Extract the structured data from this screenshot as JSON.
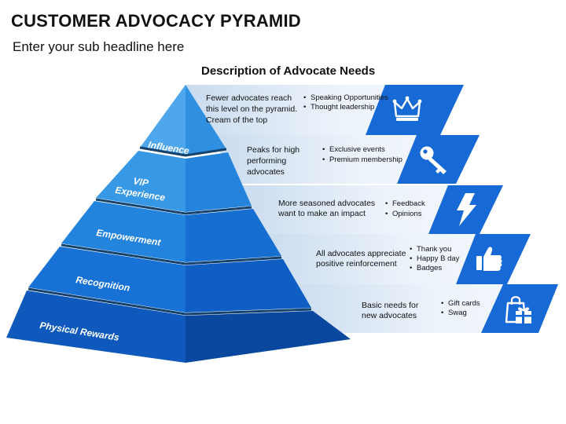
{
  "slide": {
    "title": "CUSTOMER ADVOCACY PYRAMID",
    "subtitle": "Enter your sub headline here",
    "diagram_heading": "Description of Advocate Needs"
  },
  "colors": {
    "ribbon_light": "#dfe9f6",
    "ribbon_dark": "#1769d6",
    "pyramid_levels": [
      "#2f8fe0",
      "#2f8fe0",
      "#1f7ad8",
      "#1566cc",
      "#0e4fae"
    ]
  },
  "levels": [
    {
      "label": "Influence",
      "description": [
        "Fewer advocates reach",
        "this level on the pyramid.",
        "Cream of the top"
      ],
      "bullets": [
        "Speaking Opportunities",
        "Thought leadership"
      ],
      "icon": "crown-icon"
    },
    {
      "label": "VIP Experience",
      "label_lines": [
        "VIP",
        "Experience"
      ],
      "description": [
        "Peaks for high",
        "performing",
        "advocates"
      ],
      "bullets": [
        "Exclusive events",
        "Premium membership"
      ],
      "icon": "key-icon"
    },
    {
      "label": "Empowerment",
      "description": [
        "More seasoned advocates",
        "want to make an impact"
      ],
      "bullets": [
        "Feedback",
        "Opinions"
      ],
      "icon": "lightning-icon"
    },
    {
      "label": "Recognition",
      "description": [
        "All advocates appreciate",
        "positive reinforcement"
      ],
      "bullets": [
        "Thank you",
        "Happy B day",
        "Badges"
      ],
      "icon": "thumbs-up-icon"
    },
    {
      "label": "Physical Rewards",
      "description": [
        "Basic needs for",
        "new advocates"
      ],
      "bullets": [
        "Gift cards",
        "Swag"
      ],
      "icon": "gift-bag-icon"
    }
  ]
}
